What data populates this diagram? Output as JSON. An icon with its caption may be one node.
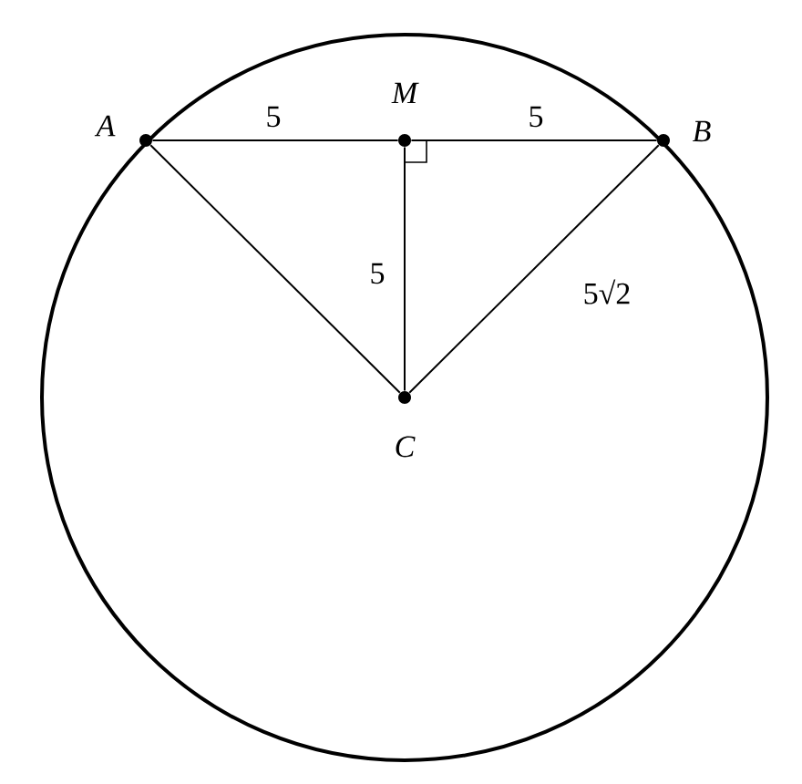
{
  "diagram": {
    "nodes": [
      {
        "text": [
          "A"
        ]
      },
      {
        "text": [
          "M"
        ]
      },
      {
        "text": [
          "B"
        ]
      },
      {
        "text": [
          "C"
        ]
      }
    ],
    "edges": [
      {
        "from": 0,
        "to": 1,
        "arrow": "none",
        "label": "5"
      },
      {
        "from": 1,
        "to": 2,
        "arrow": "none",
        "label": "5"
      },
      {
        "from": 1,
        "to": 3,
        "arrow": "none",
        "label": "5"
      },
      {
        "from": 0,
        "to": 3,
        "arrow": "none"
      },
      {
        "from": 2,
        "to": 3,
        "arrow": "none",
        "label": "5√2"
      }
    ]
  }
}
